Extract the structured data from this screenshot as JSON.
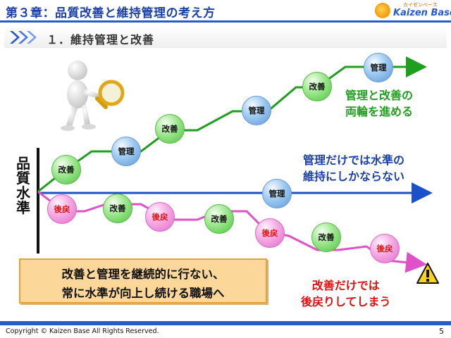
{
  "header": {
    "title": "第３章：品質改善と維持管理の考え方"
  },
  "logo": {
    "small_text": "カイゼンベース",
    "text": "Kaizen Base"
  },
  "section": {
    "title": "１．維持管理と改善"
  },
  "axis": {
    "label": "品質水準"
  },
  "upper_path": [
    {
      "label": "改善",
      "type": "kaizen"
    },
    {
      "label": "管理",
      "type": "kanri"
    },
    {
      "label": "改善",
      "type": "kaizen"
    },
    {
      "label": "管理",
      "type": "kanri"
    },
    {
      "label": "改善",
      "type": "kaizen"
    },
    {
      "label": "管理",
      "type": "kanri"
    }
  ],
  "flat_path": [
    {
      "label": "管理",
      "type": "kanri"
    }
  ],
  "lower_path": [
    {
      "label": "後戻",
      "type": "kouten"
    },
    {
      "label": "改善",
      "type": "kaizen"
    },
    {
      "label": "後戻",
      "type": "kouten"
    },
    {
      "label": "改善",
      "type": "kaizen"
    },
    {
      "label": "後戻",
      "type": "kouten"
    },
    {
      "label": "改善",
      "type": "kaizen"
    },
    {
      "label": "後戻",
      "type": "kouten"
    }
  ],
  "messages": {
    "green": [
      "管理と改善の",
      "両輪を進める"
    ],
    "blue": [
      "管理だけでは水準の",
      "維持にしかならない"
    ],
    "red": [
      "改善だけでは",
      "後戻りしてしまう"
    ]
  },
  "callout": {
    "line1": "改善と管理を継続的に行ない、",
    "line2": "常に水準が向上し続ける職場へ"
  },
  "colors": {
    "brand_blue": "#2a59c9",
    "green": "#1f9e1f",
    "red": "#e01010",
    "callout_bg": "#fcd79a"
  },
  "icons": {
    "warning": "warning-icon",
    "person": "person-magnifier-icon",
    "chevrons": "triple-chevron-icon"
  },
  "footer": {
    "copyright": "Copyright ©  Kaizen Base  All Rights Reserved.",
    "page": "5"
  }
}
